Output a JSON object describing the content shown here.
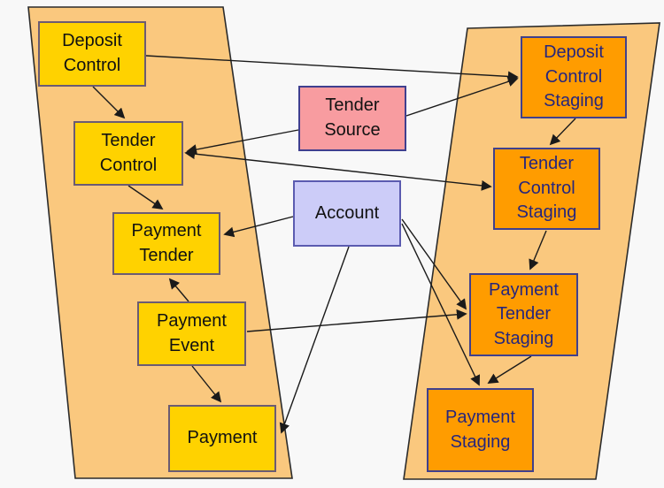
{
  "diagram_type": "entity-flow-diagram",
  "colors": {
    "background": "#f8f8f8",
    "panel_fill": "#fac87e",
    "panel_stroke": "#2b2b2b",
    "gold_box_fill": "#ffd200",
    "gold_box_border": "#6b5b73",
    "staging_box_fill": "#ff9c00",
    "staging_box_border": "#40408c",
    "staging_text": "#26267d",
    "tender_source_fill": "#f89ca0",
    "account_fill": "#ccccf8",
    "arrow_color": "#1a1a1a"
  },
  "boxes": {
    "deposit_control": {
      "label": "Deposit Control"
    },
    "tender_control": {
      "label": "Tender Control"
    },
    "payment_tender": {
      "label": "Payment Tender"
    },
    "payment_event": {
      "label": "Payment Event"
    },
    "payment": {
      "label": "Payment"
    },
    "tender_source": {
      "label": "Tender Source"
    },
    "account": {
      "label": "Account"
    },
    "deposit_control_staging": {
      "label": "Deposit Control Staging"
    },
    "tender_control_staging": {
      "label": "Tender Control Staging"
    },
    "payment_tender_staging": {
      "label": "Payment Tender Staging"
    },
    "payment_staging": {
      "label": "Payment Staging"
    }
  },
  "edges": [
    {
      "from": "deposit_control",
      "to": "deposit_control_staging",
      "bidirectional": false
    },
    {
      "from": "deposit_control",
      "to": "tender_control",
      "bidirectional": false
    },
    {
      "from": "tender_source",
      "to": "tender_control",
      "bidirectional": false
    },
    {
      "from": "tender_source",
      "to": "deposit_control_staging",
      "bidirectional": false
    },
    {
      "from": "tender_control",
      "to": "tender_control_staging",
      "bidirectional": true
    },
    {
      "from": "tender_control",
      "to": "payment_tender",
      "bidirectional": false
    },
    {
      "from": "deposit_control_staging",
      "to": "tender_control_staging",
      "bidirectional": false
    },
    {
      "from": "account",
      "to": "payment_tender",
      "bidirectional": false
    },
    {
      "from": "payment_event",
      "to": "payment_tender",
      "bidirectional": false
    },
    {
      "from": "payment_event",
      "to": "payment",
      "bidirectional": false
    },
    {
      "from": "payment_event",
      "to": "payment_tender_staging",
      "bidirectional": false
    },
    {
      "from": "account",
      "to": "payment_tender_staging",
      "bidirectional": false
    },
    {
      "from": "account",
      "to": "payment_staging",
      "bidirectional": false
    },
    {
      "from": "account",
      "to": "payment",
      "bidirectional": false
    },
    {
      "from": "tender_control_staging",
      "to": "payment_tender_staging",
      "bidirectional": false
    },
    {
      "from": "payment_tender_staging",
      "to": "payment_staging",
      "bidirectional": false
    }
  ]
}
